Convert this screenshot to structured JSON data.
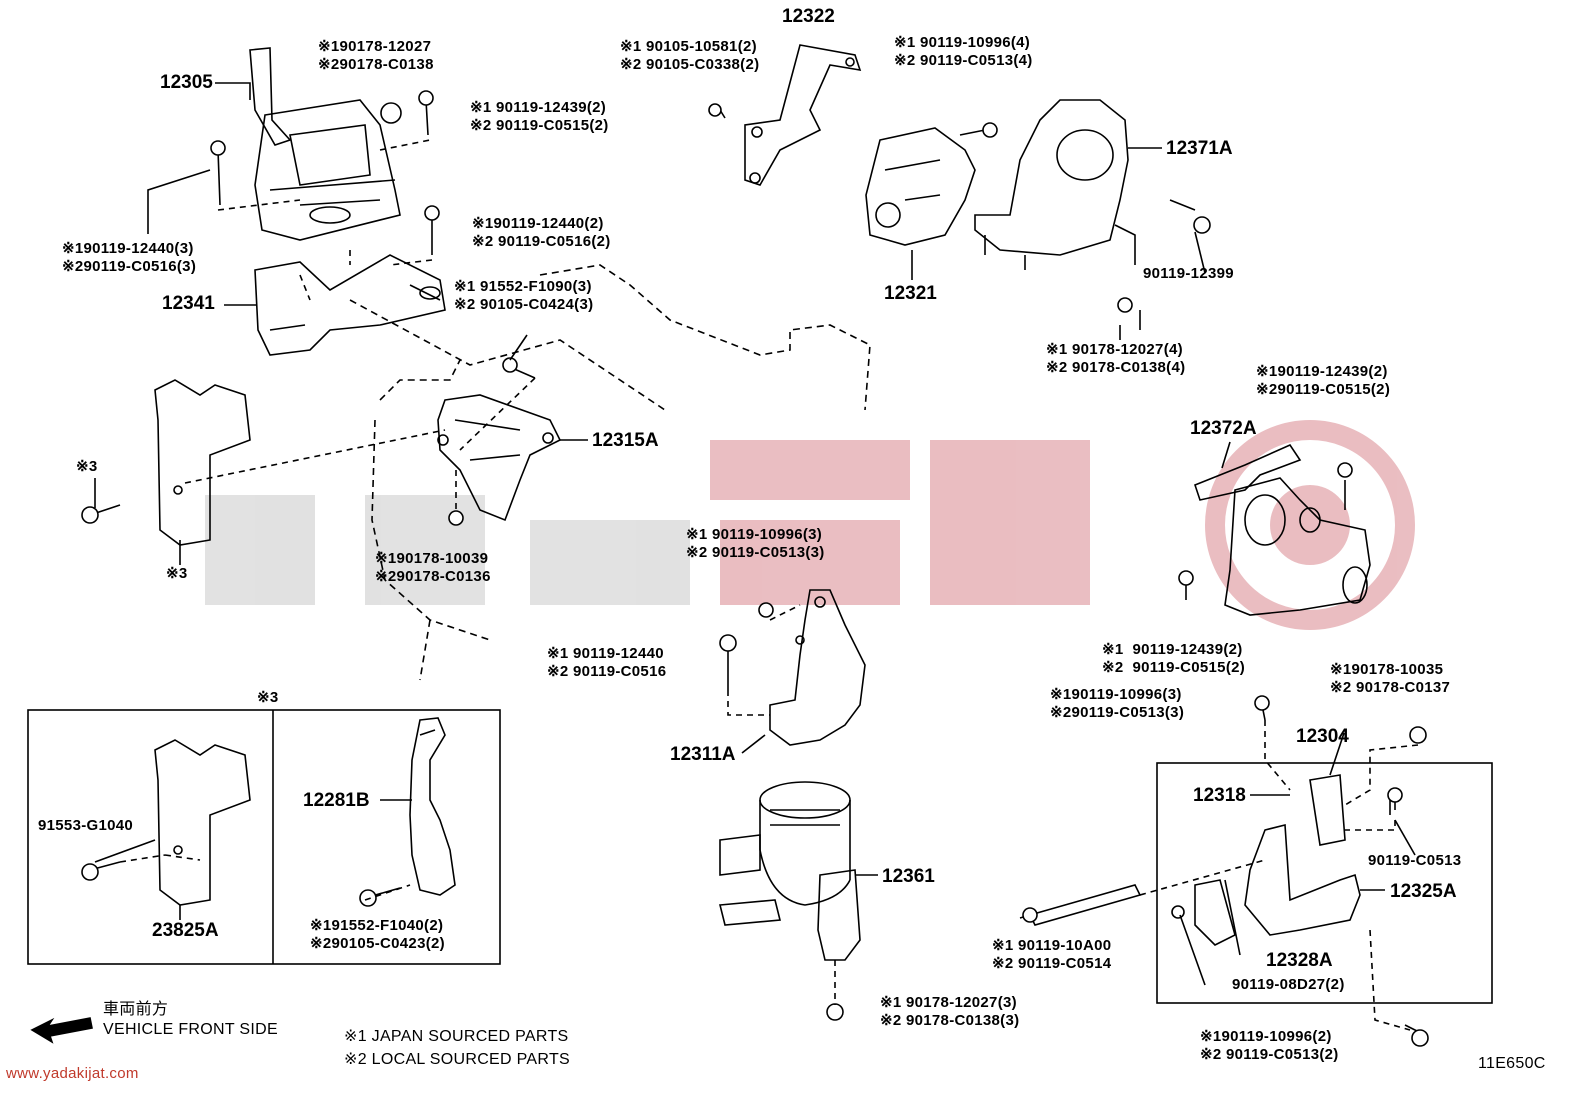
{
  "watermark": {
    "color": "#e3a8ad",
    "gray": "#d8d8d8"
  },
  "parts": {
    "p12305": "12305",
    "p12341": "12341",
    "p12322": "12322",
    "p12321": "12321",
    "p12371A": "12371A",
    "p12315A": "12315A",
    "p12372A": "12372A",
    "p12311A": "12311A",
    "p12304": "12304",
    "p12318": "12318",
    "p12361": "12361",
    "p12325A": "12325A",
    "p12328A": "12328A",
    "p12281B": "12281B",
    "p23825A": "23825A",
    "p9011912399": "90119-12399",
    "p90119C0513": "90119-C0513",
    "p91553G1040": "91553-G1040",
    "p9011908D27": "90119-08D27(2)"
  },
  "callouts": {
    "c1": [
      "※190178-12027",
      "※290178-C0138"
    ],
    "c2": [
      "※1 90119-12439(2)",
      "※2 90119-C0515(2)"
    ],
    "c3": [
      "※190119-12440(3)",
      "※290119-C0516(3)"
    ],
    "c4": [
      "※190119-12440(2)",
      "※2 90119-C0516(2)"
    ],
    "c5": [
      "※1 91552-F1090(3)",
      "※2 90105-C0424(3)"
    ],
    "c6": [
      "※1 90105-10581(2)",
      "※2 90105-C0338(2)"
    ],
    "c7": [
      "※1 90119-10996(4)",
      "※2 90119-C0513(4)"
    ],
    "c8": [
      "※1 90178-12027(4)",
      "※2 90178-C0138(4)"
    ],
    "c9": [
      "※190119-12439(2)",
      "※290119-C0515(2)"
    ],
    "c10": [
      "※190178-10039",
      "※290178-C0136"
    ],
    "c11": [
      "※1 90119-10996(3)",
      "※2 90119-C0513(3)"
    ],
    "c12": [
      "※1 90119-12440",
      "※2 90119-C0516"
    ],
    "c13": [
      "※1  90119-12439(2)",
      "※2  90119-C0515(2)"
    ],
    "c14": [
      "※190178-10035",
      "※2 90178-C0137"
    ],
    "c15": [
      "※190119-10996(3)",
      "※290119-C0513(3)"
    ],
    "c16": [
      "※1 90119-10A00",
      "※2 90119-C0514"
    ],
    "c17": [
      "※1 90178-12027(3)",
      "※2 90178-C0138(3)"
    ],
    "c18": [
      "※190119-10996(2)",
      "※2 90119-C0513(2)"
    ],
    "c19": [
      "※191552-F1040(2)",
      "※290105-C0423(2)"
    ]
  },
  "marks": {
    "m3a": "※3",
    "m3b": "※3",
    "m3c": "※3"
  },
  "legend": {
    "front_jp": "車両前方",
    "front_en": "VEHICLE FRONT SIDE",
    "note1": "※1 JAPAN SOURCED PARTS",
    "note2": "※2 LOCAL SOURCED PARTS"
  },
  "footer": {
    "website": "www.yadakijat.com",
    "code": "11E650C"
  }
}
